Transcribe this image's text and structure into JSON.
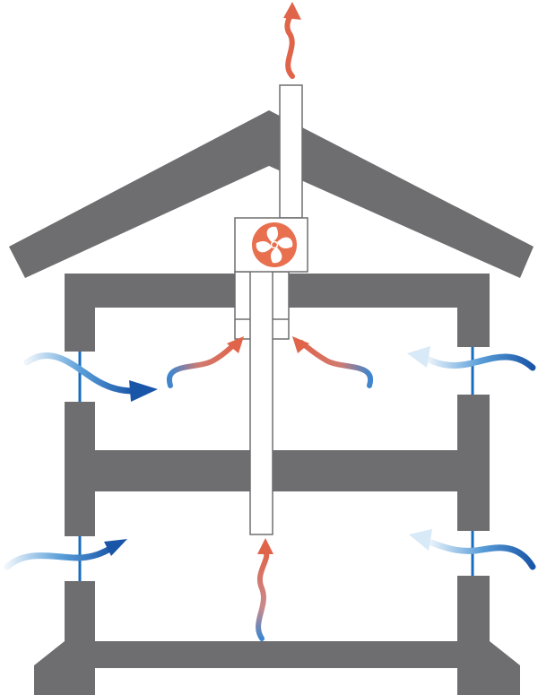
{
  "diagram": {
    "subject": "house-ventilation",
    "colors": {
      "structure": "#6e6e70",
      "duct_fill": "#ffffff",
      "duct_stroke": "#6e6e70",
      "fan_orange": "#e8704f",
      "warm_air": "#e0644a",
      "cool_air_dark": "#1e5fb0",
      "cool_air_light": "#d8e9f7",
      "window_blue": "#1a6cc0"
    },
    "icons": [
      "fan-icon",
      "warm-air-arrow",
      "fresh-air-arrow"
    ]
  }
}
